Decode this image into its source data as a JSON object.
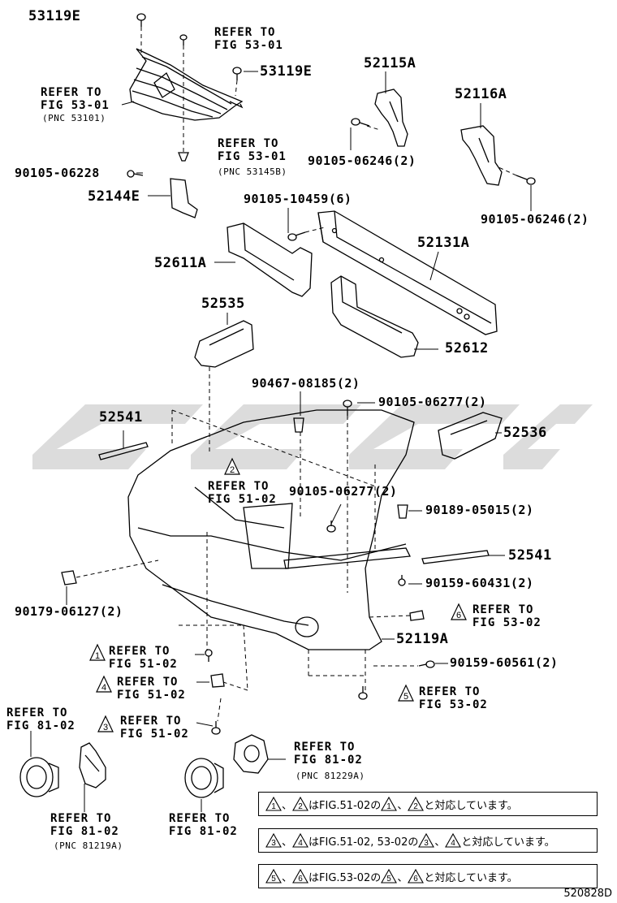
{
  "labels": {
    "p53119E_top": "53119E",
    "refer_5301_a": "REFER TO\nFIG 53-01",
    "p53119E_mid": "53119E",
    "refer_5301_b": "REFER TO\nFIG 53-01",
    "pnc_53101": "(PNC 53101)",
    "p52115A": "52115A",
    "p52116A": "52116A",
    "refer_5301_c": "REFER TO\nFIG 53-01",
    "pnc_53145B": "(PNC 53145B)",
    "p90105_06228": "90105-06228",
    "p90105_06246_a": "90105-06246(2)",
    "p52144E": "52144E",
    "p90105_10459": "90105-10459(6)",
    "p90105_06246_b": "90105-06246(2)",
    "p52611A": "52611A",
    "p52131A": "52131A",
    "p52535": "52535",
    "p52612": "52612",
    "p90467_08185": "90467-08185(2)",
    "p90105_06277_a": "90105-06277(2)",
    "p52541_a": "52541",
    "p52536": "52536",
    "refer_5102_a": "REFER TO\nFIG 51-02",
    "p90105_06277_b": "90105-06277(2)",
    "p90189_05015": "90189-05015(2)",
    "p52541_b": "52541",
    "p90159_60431": "90159-60431(2)",
    "p90179_06127": "90179-06127(2)",
    "refer_5302_a": "REFER TO\nFIG 53-02",
    "p52119A": "52119A",
    "refer_5102_b": "REFER TO\nFIG 51-02",
    "p90159_60561": "90159-60561(2)",
    "refer_5102_c": "REFER TO\nFIG 51-02",
    "refer_5302_b": "REFER TO\nFIG 53-02",
    "refer_8102_a": "REFER TO\nFIG 81-02",
    "refer_5102_d": "REFER TO\nFIG 51-02",
    "refer_8102_b": "REFER TO\nFIG 81-02",
    "pnc_81229A": "(PNC 81229A)",
    "refer_8102_c": "REFER TO\nFIG 81-02",
    "pnc_81219A": "(PNC 81219A)",
    "refer_8102_d": "REFER TO\nFIG 81-02"
  },
  "triangles": {
    "t1": "1",
    "t2": "2",
    "t3": "3",
    "t4": "4",
    "t5": "5",
    "t6": "6"
  },
  "notes": [
    {
      "nums": [
        "1",
        "2"
      ],
      "mid": "はFIG.51-02の",
      "end": "と対応しています。"
    },
    {
      "nums": [
        "3",
        "4"
      ],
      "mid": "はFIG.51-02, 53-02の",
      "end": "と対応しています。"
    },
    {
      "nums": [
        "5",
        "6"
      ],
      "mid": "はFIG.53-02の",
      "end": "と対応しています。"
    }
  ],
  "note_sep": "、",
  "figure_id": "520828D",
  "watermark": "SSSC"
}
